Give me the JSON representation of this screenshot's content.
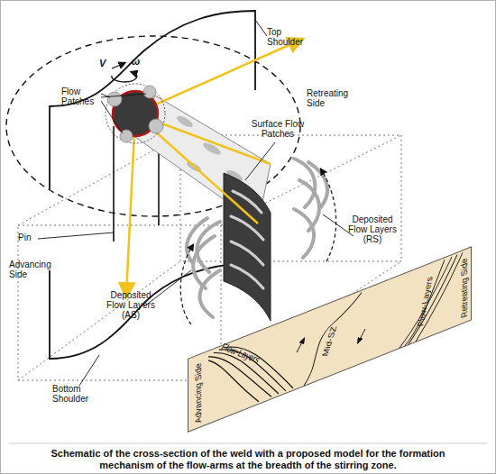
{
  "diagram": {
    "caption": "Schematic of the cross-section of the weld with a proposed model for the formation mechanism of the flow-arms at the breadth of the stirring zone.",
    "nodes": [
      {
        "text": [
          "Advancing Side",
          "Flow-Layers",
          "Mid-SZ",
          "Flow-Layers",
          "Retreating Side"
        ]
      }
    ],
    "labels": [
      "Top Shoulder",
      "V",
      "ω",
      "Flow Patches",
      "Retreating Side",
      "Surface Flow Patches",
      "Pin",
      "Advancing Side",
      "Deposited Flow Layers (RS)",
      "Deposited Flow Layers (AS)",
      "Bottom Shoulder"
    ]
  }
}
